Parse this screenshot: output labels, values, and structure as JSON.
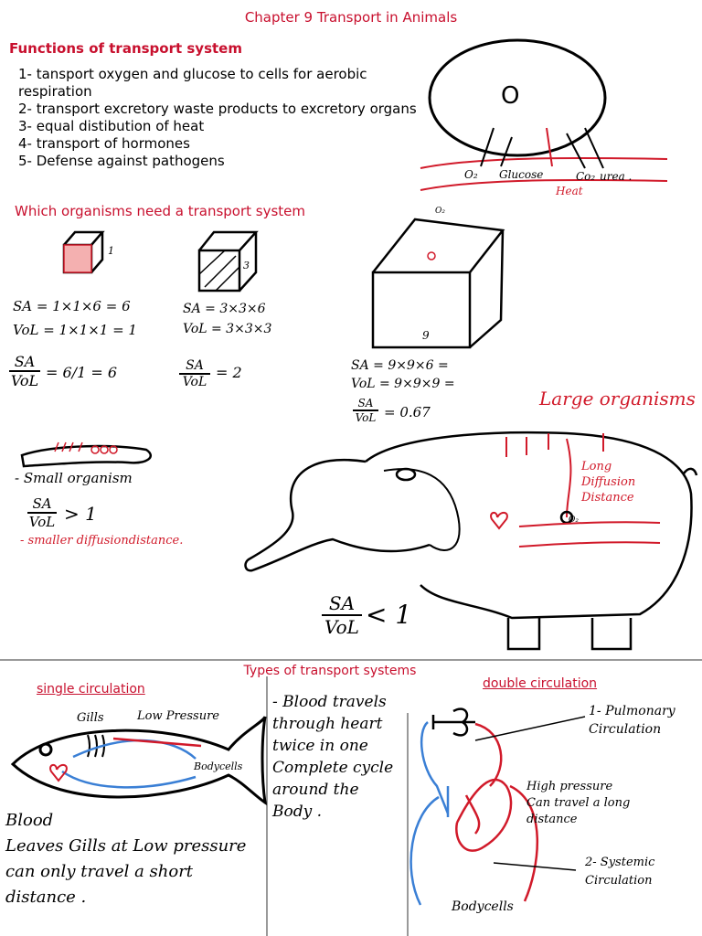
{
  "title": "Chapter 9 Transport in Animals",
  "functions": {
    "heading": "Functions of transport system",
    "items": [
      "1- tansport oxygen and glucose to cells for aerobic respiration",
      "2- transport excretory waste products to excretory organs",
      "3- equal distibution of heat",
      "4- transport of hormones",
      "5- Defense against pathogens"
    ]
  },
  "cell_diagram": {
    "nucleus": "O",
    "labels": {
      "o2": "O₂",
      "glucose": "Glucose",
      "co2": "Co₂",
      "urea": "urea .",
      "heat": "Heat"
    }
  },
  "organisms_heading": "Which organisms need a transport system",
  "cubes": [
    {
      "side": "1",
      "sa": "SA = 1×1×6 = 6",
      "vol": "VoL = 1×1×1 = 1",
      "ratio_top": "SA",
      "ratio_bottom": "VoL",
      "ratio_value": "= 6/1 = 6"
    },
    {
      "side": "3",
      "sa": "SA = 3×3×6",
      "vol": "VoL = 3×3×3",
      "ratio_top": "SA",
      "ratio_bottom": "VoL",
      "ratio_value": "= 2"
    },
    {
      "side": "9",
      "sa": "SA = 9×9×6 =",
      "vol": "VoL = 9×9×9 =",
      "ratio_top": "SA",
      "ratio_bottom": "VoL",
      "ratio_value": "= 0.67",
      "o2": "O₂"
    }
  ],
  "small": {
    "label": "- Small organism",
    "ratio_top": "SA",
    "ratio_bottom": "VoL",
    "ratio_value": "> 1",
    "note": "- smaller diffusiondistance."
  },
  "large": {
    "heading": "Large organisms",
    "note_line1": "Long",
    "note_line2": "Diffusion",
    "note_line3": "Distance",
    "o2": "O₂",
    "ratio_top": "SA",
    "ratio_bottom": "VoL",
    "ratio_value": "< 1"
  },
  "types": {
    "heading": "Types of transport systems",
    "single": {
      "heading": "single circulation",
      "gills": "Gills",
      "low_pressure": "Low Pressure",
      "body_cells": "Bodycells",
      "text": [
        "Blood",
        "Leaves Gills at Low pressure",
        "can only travel a short",
        "distance ."
      ]
    },
    "middle_text": [
      "- Blood travels",
      "through heart",
      "twice in one",
      "Complete cycle",
      "around the",
      "Body ."
    ],
    "double": {
      "heading": "double circulation",
      "pulmonary": [
        "1- Pulmonary",
        "Circulation"
      ],
      "pressure": [
        "High pressure",
        "Can travel a long",
        "distance"
      ],
      "systemic": [
        "2- Systemic",
        "Circulation"
      ],
      "body_cells": "Bodycells"
    }
  },
  "colors": {
    "red_heading": "#c8102e",
    "pen_red": "#d11a2a",
    "pen_blue": "#3a7fd5",
    "ink": "#000000"
  }
}
